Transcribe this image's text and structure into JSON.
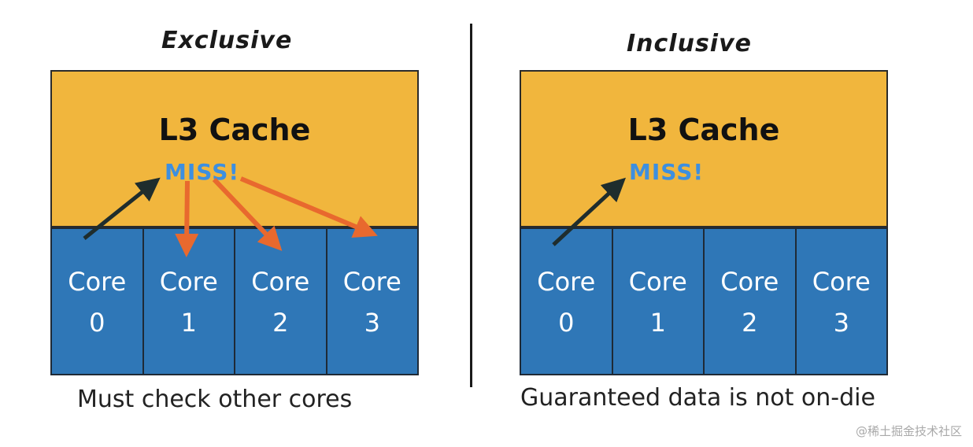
{
  "left": {
    "title": "Exclusive",
    "cache_label": "L3 Cache",
    "miss_label": "MISS!",
    "cores": [
      {
        "label": "Core",
        "num": "0"
      },
      {
        "label": "Core",
        "num": "1"
      },
      {
        "label": "Core",
        "num": "2"
      },
      {
        "label": "Core",
        "num": "3"
      }
    ],
    "caption": "Must check other cores"
  },
  "right": {
    "title": "Inclusive",
    "cache_label": "L3 Cache",
    "miss_label": "MISS!",
    "cores": [
      {
        "label": "Core",
        "num": "0"
      },
      {
        "label": "Core",
        "num": "1"
      },
      {
        "label": "Core",
        "num": "2"
      },
      {
        "label": "Core",
        "num": "3"
      }
    ],
    "caption": "Guaranteed data is not on-die"
  },
  "watermark": "@稀土掘金技术社区",
  "colors": {
    "cache": "#f1b63d",
    "core": "#2f77b7",
    "miss_text": "#3d8fe0",
    "request_arrow": "#1f2d2d",
    "probe_arrow": "#e8692e"
  }
}
